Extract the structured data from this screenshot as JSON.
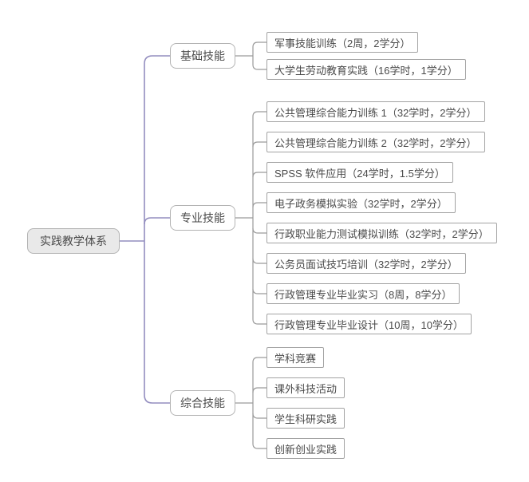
{
  "root": {
    "label": "实践教学体系"
  },
  "branches": [
    {
      "label": "基础技能",
      "children": [
        {
          "label": "军事技能训练（2周，2学分）"
        },
        {
          "label": "大学生劳动教育实践（16学时，1学分）"
        }
      ]
    },
    {
      "label": "专业技能",
      "children": [
        {
          "label": "公共管理综合能力训练 1（32学时，2学分）"
        },
        {
          "label": "公共管理综合能力训练 2（32学时，2学分）"
        },
        {
          "label": "SPSS 软件应用（24学时，1.5学分）"
        },
        {
          "label": "电子政务模拟实验（32学时，2学分）"
        },
        {
          "label": "行政职业能力测试模拟训练（32学时，2学分）"
        },
        {
          "label": "公务员面试技巧培训（32学时，2学分）"
        },
        {
          "label": "行政管理专业毕业实习（8周，8学分）"
        },
        {
          "label": "行政管理专业毕业设计（10周，10学分）"
        }
      ]
    },
    {
      "label": "综合技能",
      "children": [
        {
          "label": "学科竞赛"
        },
        {
          "label": "课外科技活动"
        },
        {
          "label": "学生科研实践"
        },
        {
          "label": "创新创业实践"
        }
      ]
    }
  ],
  "colors": {
    "trunk_line": "#938dbf",
    "branch_line": "#9a9a9a",
    "root_fill": "#e9e9e9",
    "root_border": "#b3b3b3",
    "branch_border": "#b3b3b3",
    "leaf_border": "#a3a3a3",
    "text": "#4a4a4a",
    "background": "#ffffff"
  }
}
